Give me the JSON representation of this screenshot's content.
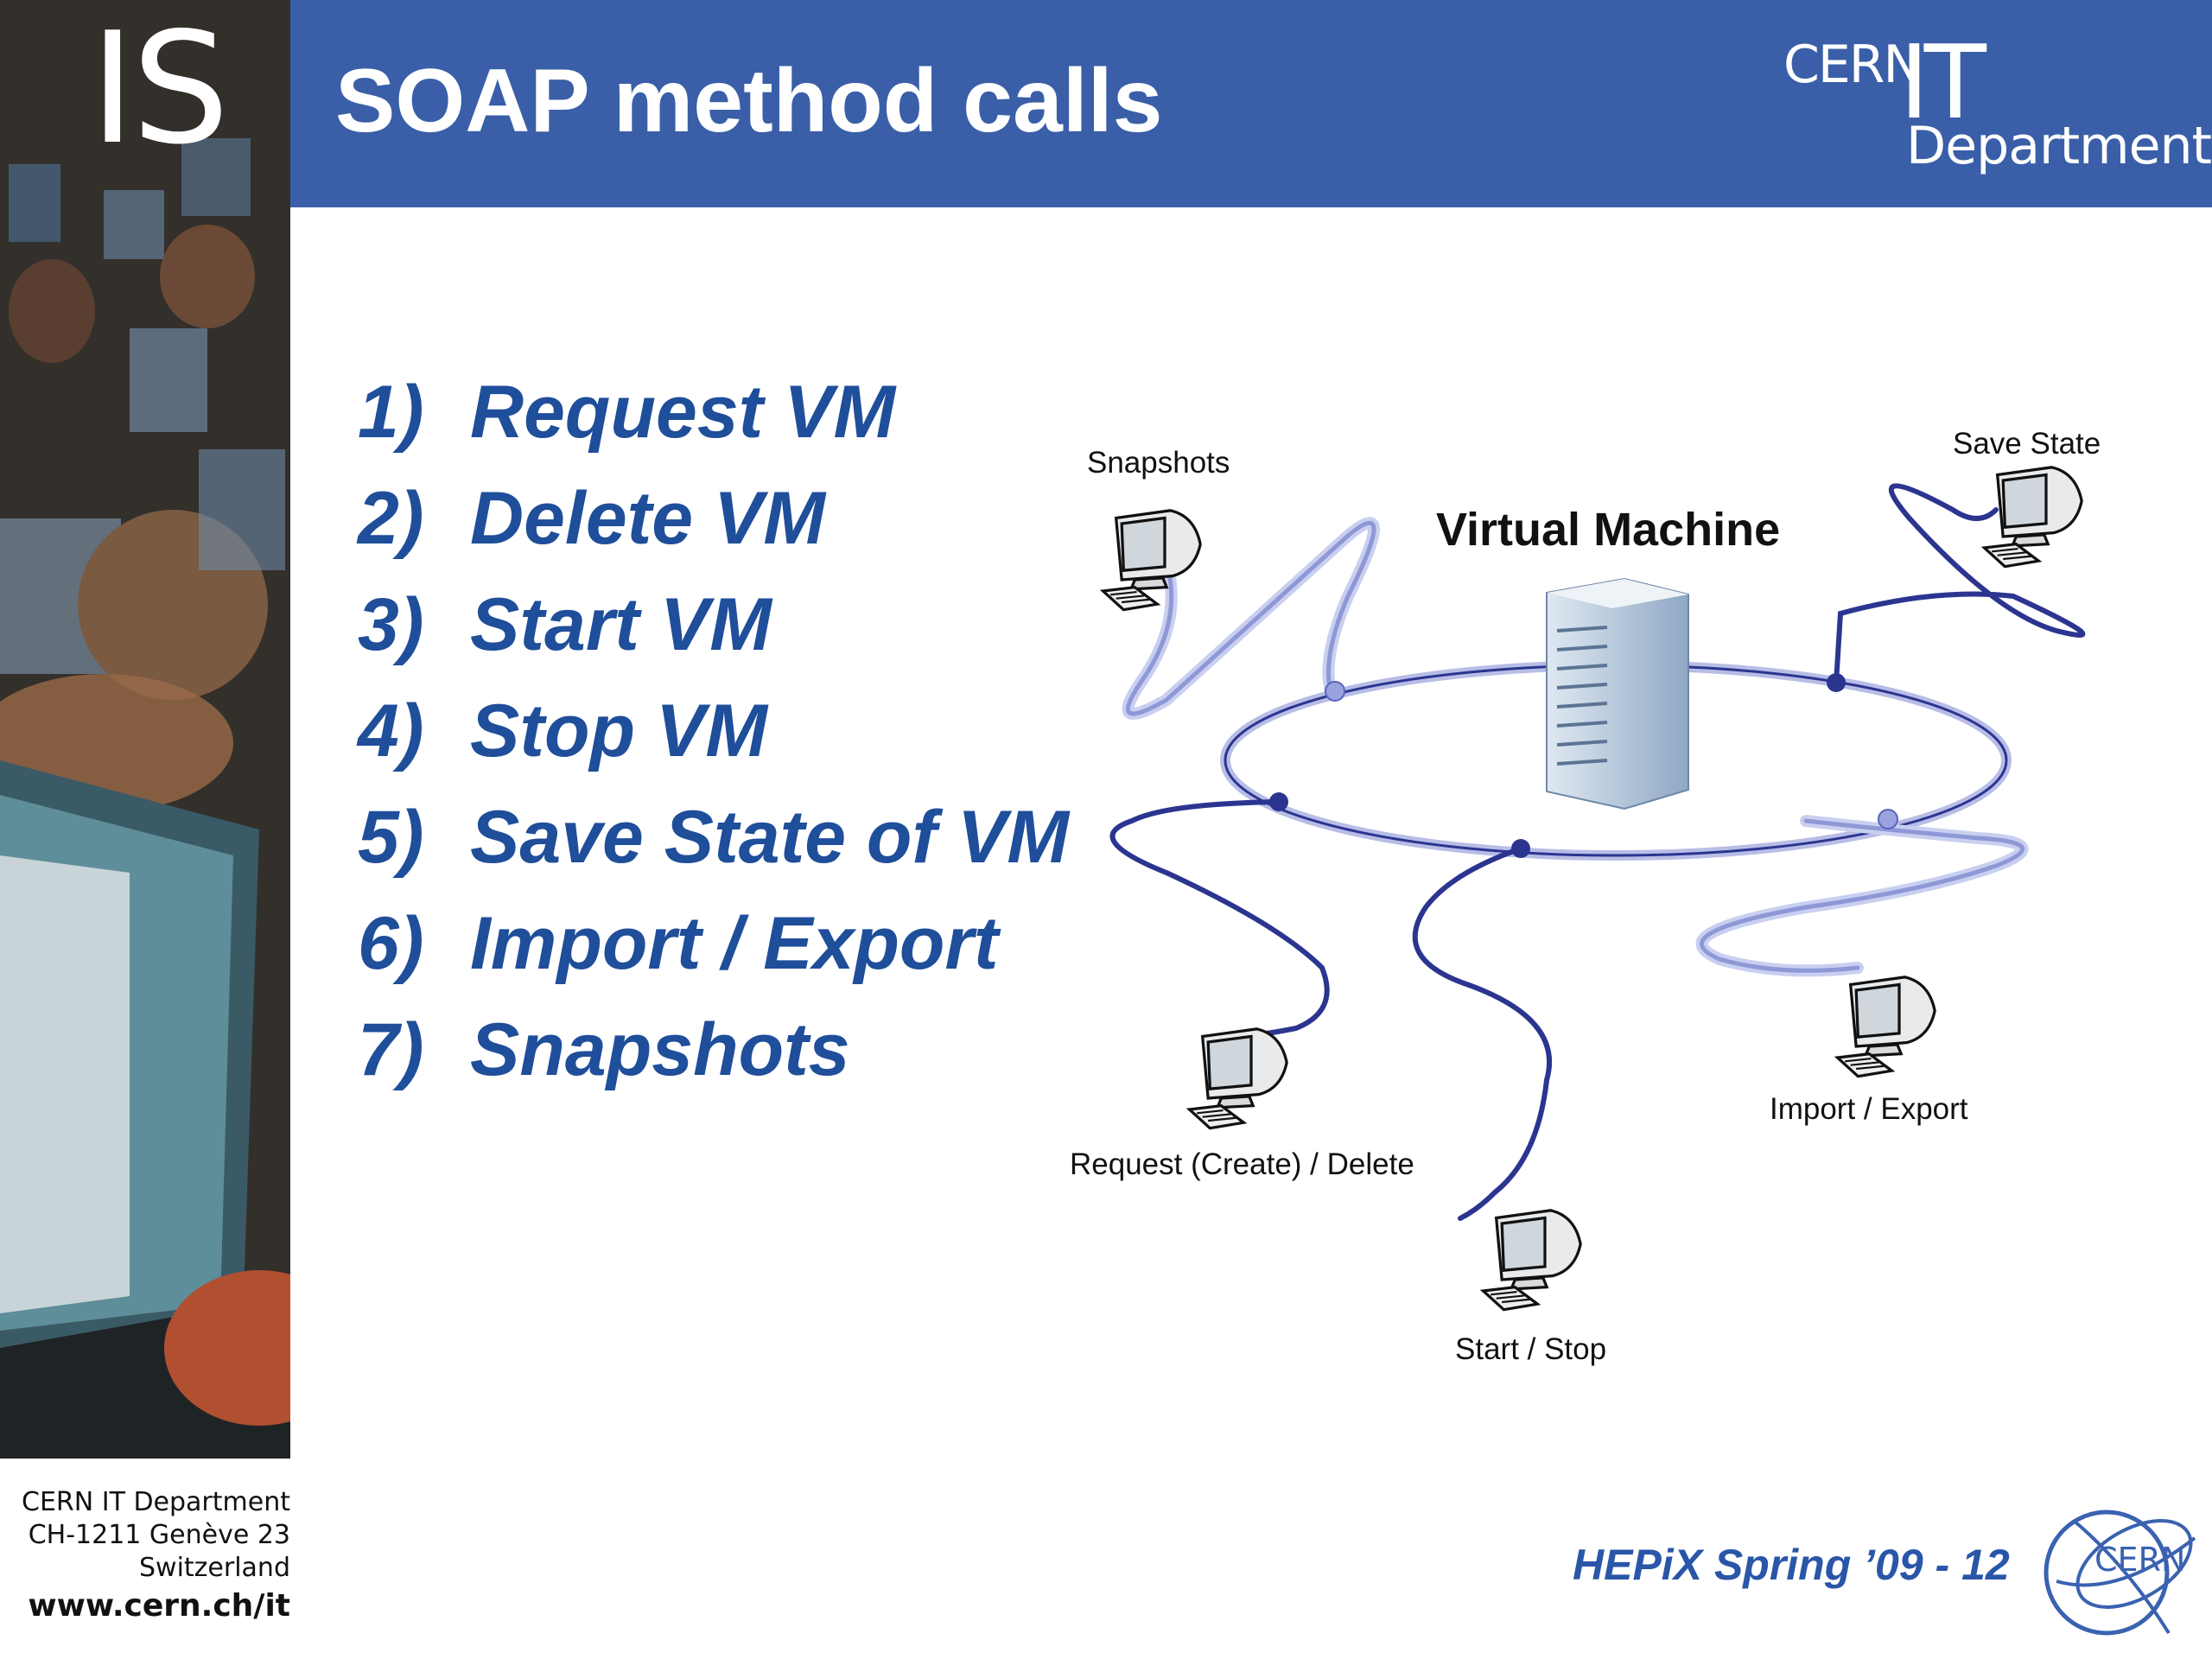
{
  "sidebar": {
    "logo_text": "IS"
  },
  "header": {
    "title": "SOAP method calls",
    "brand_cern": "CERN",
    "brand_it": "IT",
    "brand_department": "Department"
  },
  "list": {
    "items": [
      {
        "num": "1)",
        "label": "Request VM"
      },
      {
        "num": "2)",
        "label": "Delete VM"
      },
      {
        "num": "3)",
        "label": "Start VM"
      },
      {
        "num": "4)",
        "label": "Stop VM"
      },
      {
        "num": "5)",
        "label": "Save State of VM"
      },
      {
        "num": "6)",
        "label": "Import / Export"
      },
      {
        "num": "7)",
        "label": "Snapshots"
      }
    ]
  },
  "diagram": {
    "center_label": "Virtual Machine",
    "clients": {
      "snapshots": "Snapshots",
      "save_state": "Save State",
      "request_delete": "Request (Create) / Delete",
      "start_stop": "Start / Stop",
      "import_export": "Import / Export"
    }
  },
  "footer": {
    "address_line1": "CERN IT Department",
    "address_line2": "CH-1211 Genève 23",
    "address_line3": "Switzerland",
    "website": "www.cern.ch/it",
    "slide_info": "HEPiX Spring ’09 - 12",
    "logo_text": "CERN"
  },
  "colors": {
    "header_bg": "#3a5fa8",
    "list_text": "#1f4e9a",
    "footer_text": "#2a56a8",
    "cable_dark": "#2b3590",
    "cable_light": "#9fa8e0"
  }
}
